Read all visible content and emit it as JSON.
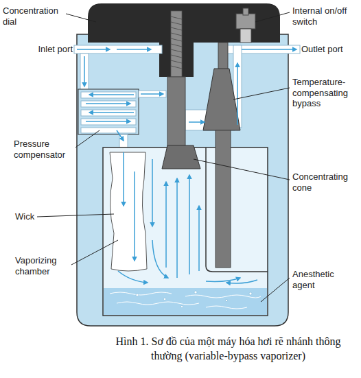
{
  "diagram": {
    "caption": "Hình 1. Sơ đồ của một máy hóa hơi rẽ nhánh thông thường (variable-bypass vaporizer)",
    "labels": [
      "Concentration dial",
      "Internal on/off switch",
      "Inlet port",
      "Outlet port",
      "Temperature-compensating bypass",
      "Pressure compensator",
      "Concentrating cone",
      "Wick",
      "Vaporizing chamber",
      "Anesthetic agent"
    ]
  }
}
